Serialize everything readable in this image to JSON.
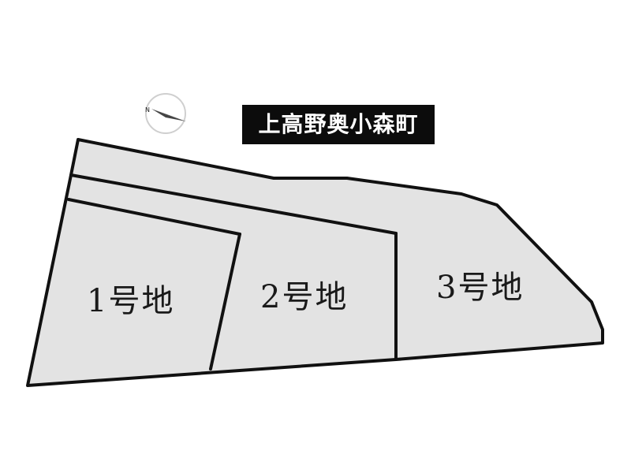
{
  "map": {
    "area_name": "上高野奥小森町",
    "compass": {
      "label": "N",
      "icon": "north-arrow-icon"
    },
    "lots": [
      {
        "id": "lot-1",
        "label": "1号地"
      },
      {
        "id": "lot-2",
        "label": "2号地"
      },
      {
        "id": "lot-3",
        "label": "3号地"
      }
    ],
    "colors": {
      "lot_fill": "#e3e3e3",
      "outline": "#111111",
      "title_background": "#0c0c0c",
      "title_text": "#ffffff"
    }
  }
}
